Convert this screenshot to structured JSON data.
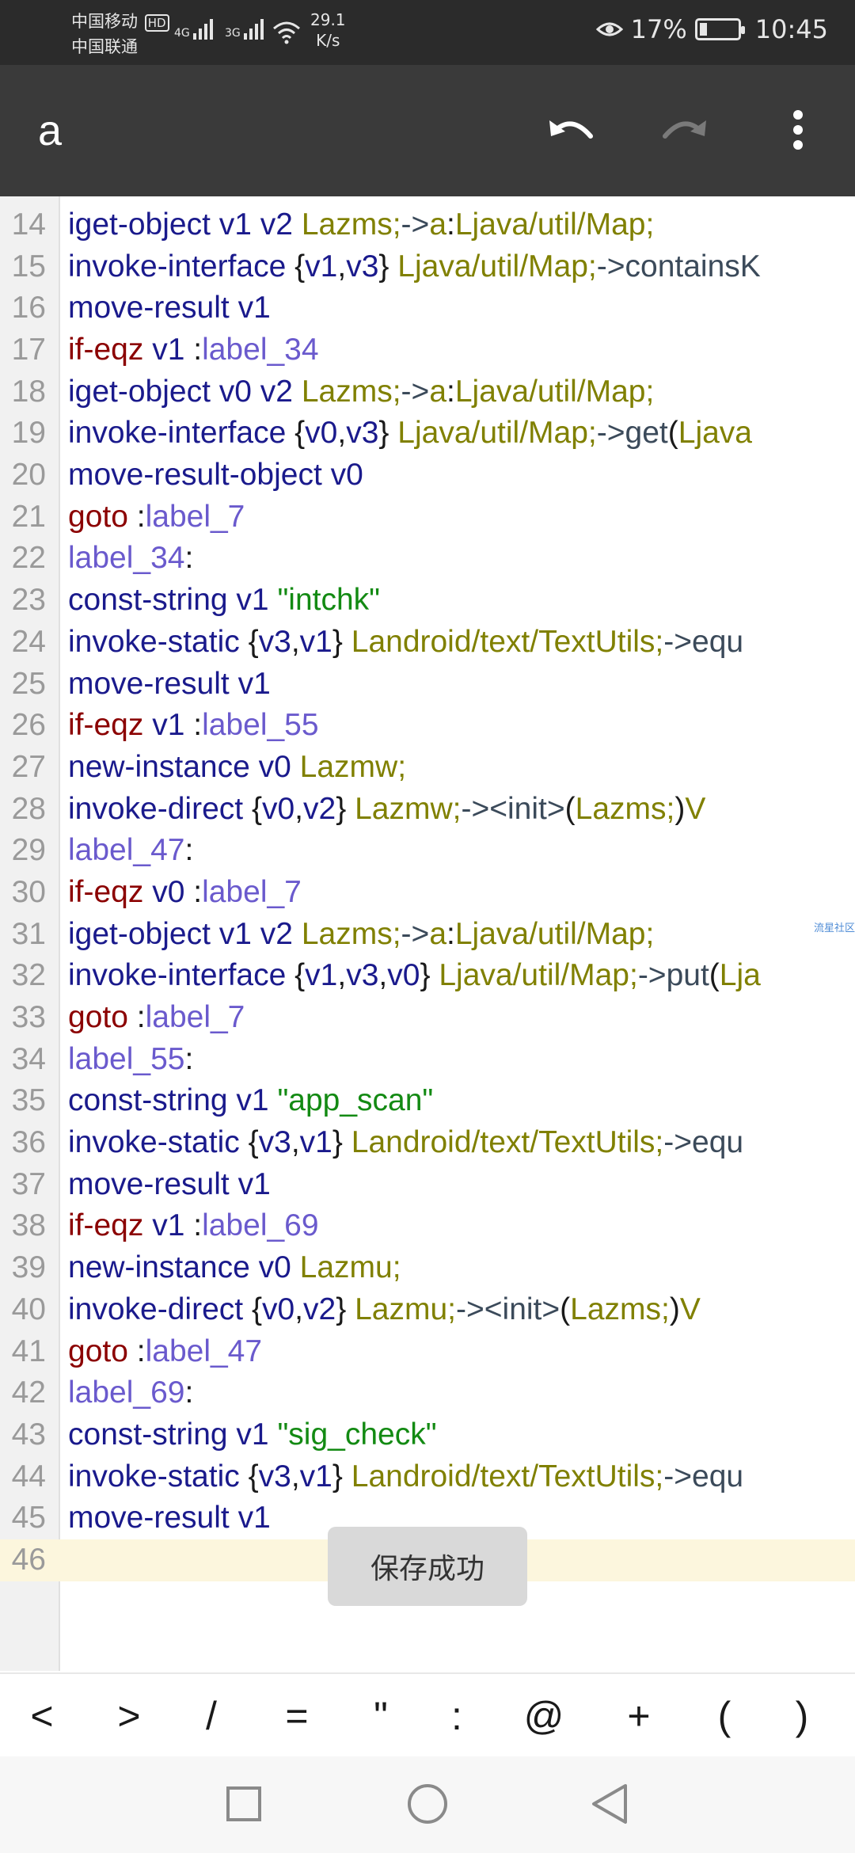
{
  "status_bar": {
    "carrier1": "中国移动",
    "hd": "HD",
    "carrier2": "中国联通",
    "net1": "4G",
    "net2": "3G",
    "speed_value": "29.1",
    "speed_unit": "K/s",
    "battery_percent": "17%",
    "battery_level": 0.17,
    "time": "10:45"
  },
  "toolbar": {
    "title": "a",
    "undo_icon": "undo-icon",
    "redo_icon": "redo-icon",
    "more_icon": "more-vert-icon"
  },
  "colors": {
    "keyword": "#1a1a8c",
    "register": "#1a1a8c",
    "control": "#8b0000",
    "label": "#6a5acd",
    "class": "#808000",
    "member": "#3b4a5a",
    "string": "#138a13",
    "punct": "#1a1a1a",
    "gutter_bg": "#f1f1f1",
    "current_line": "#fcf6dd"
  },
  "editor": {
    "lines": [
      {
        "n": "14",
        "tokens": [
          [
            "iget-object ",
            "k"
          ],
          [
            "v1 v2 ",
            "r"
          ],
          [
            "Lazms;",
            "c"
          ],
          [
            "->",
            "m"
          ],
          [
            "a",
            "c"
          ],
          [
            ":",
            "p"
          ],
          [
            "Ljava/util/Map;",
            "c"
          ]
        ]
      },
      {
        "n": "15",
        "tokens": [
          [
            "invoke-interface ",
            "k"
          ],
          [
            "{",
            "p"
          ],
          [
            "v1",
            "r"
          ],
          [
            ",",
            "p"
          ],
          [
            "v3",
            "r"
          ],
          [
            "} ",
            "p"
          ],
          [
            "Ljava/util/Map;",
            "c"
          ],
          [
            "->containsK",
            "m"
          ]
        ]
      },
      {
        "n": "16",
        "tokens": [
          [
            "move-result ",
            "k"
          ],
          [
            "v1",
            "r"
          ]
        ]
      },
      {
        "n": "17",
        "tokens": [
          [
            "if-eqz ",
            "x"
          ],
          [
            "v1 ",
            "r"
          ],
          [
            ":",
            "p"
          ],
          [
            "label_34",
            "l"
          ]
        ]
      },
      {
        "n": "18",
        "tokens": [
          [
            "iget-object ",
            "k"
          ],
          [
            "v0 v2 ",
            "r"
          ],
          [
            "Lazms;",
            "c"
          ],
          [
            "->",
            "m"
          ],
          [
            "a",
            "c"
          ],
          [
            ":",
            "p"
          ],
          [
            "Ljava/util/Map;",
            "c"
          ]
        ]
      },
      {
        "n": "19",
        "tokens": [
          [
            "invoke-interface ",
            "k"
          ],
          [
            "{",
            "p"
          ],
          [
            "v0",
            "r"
          ],
          [
            ",",
            "p"
          ],
          [
            "v3",
            "r"
          ],
          [
            "} ",
            "p"
          ],
          [
            "Ljava/util/Map;",
            "c"
          ],
          [
            "->get",
            "m"
          ],
          [
            "(",
            "p"
          ],
          [
            "Ljava",
            "c"
          ]
        ]
      },
      {
        "n": "20",
        "tokens": [
          [
            "move-result-object ",
            "k"
          ],
          [
            "v0",
            "r"
          ]
        ]
      },
      {
        "n": "21",
        "tokens": [
          [
            "goto ",
            "x"
          ],
          [
            ":",
            "p"
          ],
          [
            "label_7",
            "l"
          ]
        ]
      },
      {
        "n": "22",
        "tokens": [
          [
            "label_34",
            "l"
          ],
          [
            ":",
            "p"
          ]
        ]
      },
      {
        "n": "23",
        "tokens": [
          [
            "const-string ",
            "k"
          ],
          [
            "v1 ",
            "r"
          ],
          [
            "\"intchk\"",
            "s"
          ]
        ]
      },
      {
        "n": "24",
        "tokens": [
          [
            "invoke-static ",
            "k"
          ],
          [
            "{",
            "p"
          ],
          [
            "v3",
            "r"
          ],
          [
            ",",
            "p"
          ],
          [
            "v1",
            "r"
          ],
          [
            "} ",
            "p"
          ],
          [
            "Landroid/text/TextUtils;",
            "c"
          ],
          [
            "->equ",
            "m"
          ]
        ]
      },
      {
        "n": "25",
        "tokens": [
          [
            "move-result ",
            "k"
          ],
          [
            "v1",
            "r"
          ]
        ]
      },
      {
        "n": "26",
        "tokens": [
          [
            "if-eqz ",
            "x"
          ],
          [
            "v1 ",
            "r"
          ],
          [
            ":",
            "p"
          ],
          [
            "label_55",
            "l"
          ]
        ]
      },
      {
        "n": "27",
        "tokens": [
          [
            "new-instance ",
            "k"
          ],
          [
            "v0 ",
            "r"
          ],
          [
            "Lazmw;",
            "c"
          ]
        ]
      },
      {
        "n": "28",
        "tokens": [
          [
            "invoke-direct ",
            "k"
          ],
          [
            "{",
            "p"
          ],
          [
            "v0",
            "r"
          ],
          [
            ",",
            "p"
          ],
          [
            "v2",
            "r"
          ],
          [
            "} ",
            "p"
          ],
          [
            "Lazmw;",
            "c"
          ],
          [
            "-><init>",
            "m"
          ],
          [
            "(",
            "p"
          ],
          [
            "Lazms;",
            "c"
          ],
          [
            ")",
            "p"
          ],
          [
            "V",
            "c"
          ]
        ]
      },
      {
        "n": "29",
        "tokens": [
          [
            "label_47",
            "l"
          ],
          [
            ":",
            "p"
          ]
        ]
      },
      {
        "n": "30",
        "tokens": [
          [
            "if-eqz ",
            "x"
          ],
          [
            "v0 ",
            "r"
          ],
          [
            ":",
            "p"
          ],
          [
            "label_7",
            "l"
          ]
        ]
      },
      {
        "n": "31",
        "tokens": [
          [
            "iget-object ",
            "k"
          ],
          [
            "v1 v2 ",
            "r"
          ],
          [
            "Lazms;",
            "c"
          ],
          [
            "->",
            "m"
          ],
          [
            "a",
            "c"
          ],
          [
            ":",
            "p"
          ],
          [
            "Ljava/util/Map;",
            "c"
          ]
        ]
      },
      {
        "n": "32",
        "tokens": [
          [
            "invoke-interface ",
            "k"
          ],
          [
            "{",
            "p"
          ],
          [
            "v1",
            "r"
          ],
          [
            ",",
            "p"
          ],
          [
            "v3",
            "r"
          ],
          [
            ",",
            "p"
          ],
          [
            "v0",
            "r"
          ],
          [
            "} ",
            "p"
          ],
          [
            "Ljava/util/Map;",
            "c"
          ],
          [
            "->put",
            "m"
          ],
          [
            "(",
            "p"
          ],
          [
            "Lja",
            "c"
          ]
        ]
      },
      {
        "n": "33",
        "tokens": [
          [
            "goto ",
            "x"
          ],
          [
            ":",
            "p"
          ],
          [
            "label_7",
            "l"
          ]
        ]
      },
      {
        "n": "34",
        "tokens": [
          [
            "label_55",
            "l"
          ],
          [
            ":",
            "p"
          ]
        ]
      },
      {
        "n": "35",
        "tokens": [
          [
            "const-string ",
            "k"
          ],
          [
            "v1 ",
            "r"
          ],
          [
            "\"app_scan\"",
            "s"
          ]
        ]
      },
      {
        "n": "36",
        "tokens": [
          [
            "invoke-static ",
            "k"
          ],
          [
            "{",
            "p"
          ],
          [
            "v3",
            "r"
          ],
          [
            ",",
            "p"
          ],
          [
            "v1",
            "r"
          ],
          [
            "} ",
            "p"
          ],
          [
            "Landroid/text/TextUtils;",
            "c"
          ],
          [
            "->equ",
            "m"
          ]
        ]
      },
      {
        "n": "37",
        "tokens": [
          [
            "move-result ",
            "k"
          ],
          [
            "v1",
            "r"
          ]
        ]
      },
      {
        "n": "38",
        "tokens": [
          [
            "if-eqz ",
            "x"
          ],
          [
            "v1 ",
            "r"
          ],
          [
            ":",
            "p"
          ],
          [
            "label_69",
            "l"
          ]
        ]
      },
      {
        "n": "39",
        "tokens": [
          [
            "new-instance ",
            "k"
          ],
          [
            "v0 ",
            "r"
          ],
          [
            "Lazmu;",
            "c"
          ]
        ]
      },
      {
        "n": "40",
        "tokens": [
          [
            "invoke-direct ",
            "k"
          ],
          [
            "{",
            "p"
          ],
          [
            "v0",
            "r"
          ],
          [
            ",",
            "p"
          ],
          [
            "v2",
            "r"
          ],
          [
            "} ",
            "p"
          ],
          [
            "Lazmu;",
            "c"
          ],
          [
            "-><init>",
            "m"
          ],
          [
            "(",
            "p"
          ],
          [
            "Lazms;",
            "c"
          ],
          [
            ")",
            "p"
          ],
          [
            "V",
            "c"
          ]
        ]
      },
      {
        "n": "41",
        "tokens": [
          [
            "goto ",
            "x"
          ],
          [
            ":",
            "p"
          ],
          [
            "label_47",
            "l"
          ]
        ]
      },
      {
        "n": "42",
        "tokens": [
          [
            "label_69",
            "l"
          ],
          [
            ":",
            "p"
          ]
        ]
      },
      {
        "n": "43",
        "tokens": [
          [
            "const-string ",
            "k"
          ],
          [
            "v1 ",
            "r"
          ],
          [
            "\"sig_check\"",
            "s"
          ]
        ]
      },
      {
        "n": "44",
        "tokens": [
          [
            "invoke-static ",
            "k"
          ],
          [
            "{",
            "p"
          ],
          [
            "v3",
            "r"
          ],
          [
            ",",
            "p"
          ],
          [
            "v1",
            "r"
          ],
          [
            "} ",
            "p"
          ],
          [
            "Landroid/text/TextUtils;",
            "c"
          ],
          [
            "->equ",
            "m"
          ]
        ]
      },
      {
        "n": "45",
        "tokens": [
          [
            "move-result ",
            "k"
          ],
          [
            "v1",
            "r"
          ]
        ]
      },
      {
        "n": "46",
        "tokens": []
      }
    ],
    "current_line": "46"
  },
  "watermark": "流星社区",
  "toast": "保存成功",
  "symbol_bar": [
    "<",
    ">",
    "/",
    "=",
    "\"",
    ":",
    "@",
    "+",
    "(",
    ")"
  ],
  "navbar": {
    "recent_icon": "square-recent-icon",
    "home_icon": "circle-home-icon",
    "back_icon": "triangle-back-icon"
  }
}
